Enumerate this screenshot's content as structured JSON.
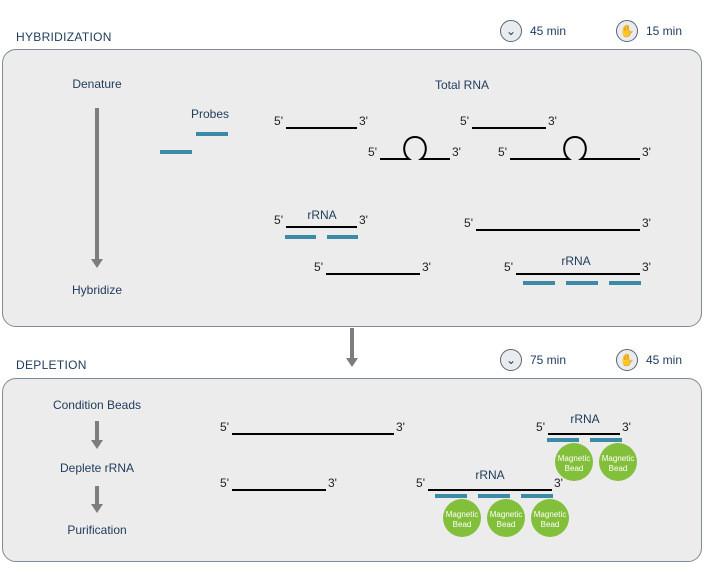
{
  "hybridization": {
    "title": "HYBRIDIZATION",
    "time_auto": "45 min",
    "time_hands": "15 min",
    "steps": [
      "Denature",
      "Hybridize"
    ],
    "probes_label": "Probes",
    "total_rna_label": "Total RNA",
    "rrna_label": "rRNA"
  },
  "depletion": {
    "title": "DEPLETION",
    "time_auto": "75 min",
    "time_hands": "45 min",
    "steps": [
      "Condition Beads",
      "Deplete rRNA",
      "Purification"
    ],
    "rrna_label": "rRNA",
    "bead_label_line1": "Magnetic",
    "bead_label_line2": "Bead"
  },
  "strand": {
    "five_prime": "5'",
    "three_prime": "3'"
  },
  "icons": {
    "timer": "chevron-down-clock-icon",
    "hands_on": "hand-icon"
  },
  "colors": {
    "strand": "#000000",
    "probe": "#3b8aa8",
    "bead": "#82bf3a",
    "panel_bg": "#ececec",
    "arrow": "#7d7d7d",
    "text": "#1f3a5a"
  }
}
